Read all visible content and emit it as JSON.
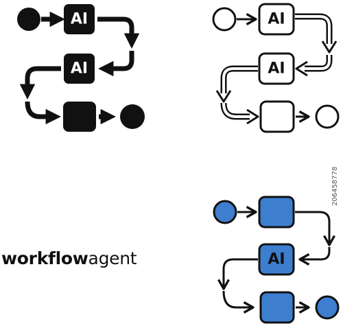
{
  "caption": {
    "part_bold": "workflow",
    "part_light": "agent"
  },
  "watermark_id": "206458778",
  "nodes": {
    "ai_label": "AI"
  },
  "variants": [
    {
      "name": "glyph",
      "icon": "workflow-agent-glyph-icon",
      "fill": "#111111",
      "stroke": "#111111",
      "ai_text": "#ffffff"
    },
    {
      "name": "outline",
      "icon": "workflow-agent-outline-icon",
      "fill": "#ffffff",
      "stroke": "#111111",
      "ai_text": "#111111"
    },
    {
      "name": "color",
      "icon": "workflow-agent-color-icon",
      "fill": "#3d7ecf",
      "stroke": "#111111",
      "ai_text": "#111111"
    }
  ],
  "colors": {
    "ink": "#111111",
    "accent": "#3d7ecf",
    "background": "#ffffff"
  }
}
